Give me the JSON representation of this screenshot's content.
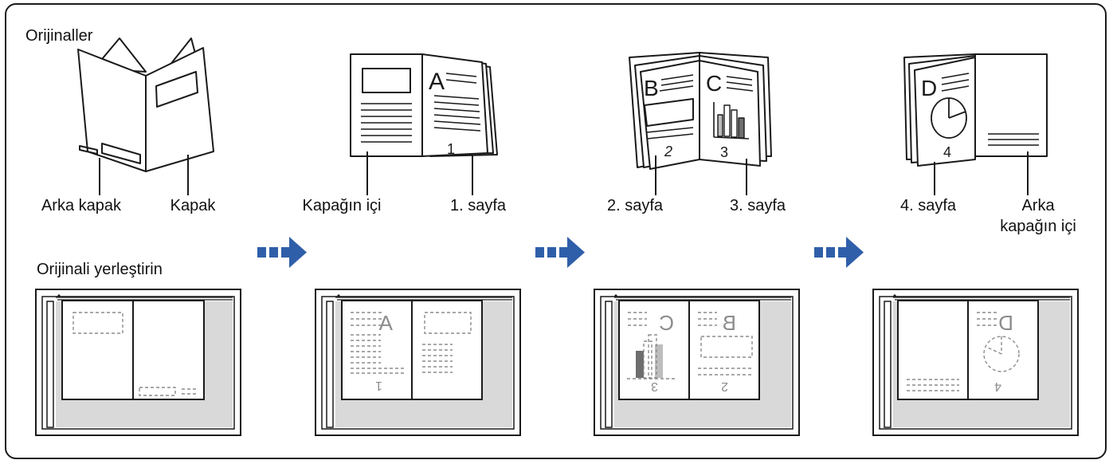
{
  "labels": {
    "originals": "Orijinaller",
    "place_original": "Orijinali yerleştirin",
    "back_cover": "Arka kapak",
    "cover": "Kapak",
    "inside_cover": "Kapağın içi",
    "page1": "1. sayfa",
    "page2": "2. sayfa",
    "page3": "3. sayfa",
    "page4": "4. sayfa",
    "inside_back_line1": "Arka",
    "inside_back_line2": "kapağın içi"
  },
  "page_marks": {
    "A": "A",
    "B": "B",
    "C": "C",
    "D": "D",
    "n1": "1",
    "n2": "2",
    "n3": "3",
    "n4": "4"
  },
  "colors": {
    "arrow": "#2f5fa9",
    "glass": "#d9d9d9",
    "line": "#1a1a1a",
    "dashed": "#8c8c8c",
    "chart_bar_dark": "#6e6e6e",
    "chart_bar_light": "#bdbdbd"
  }
}
